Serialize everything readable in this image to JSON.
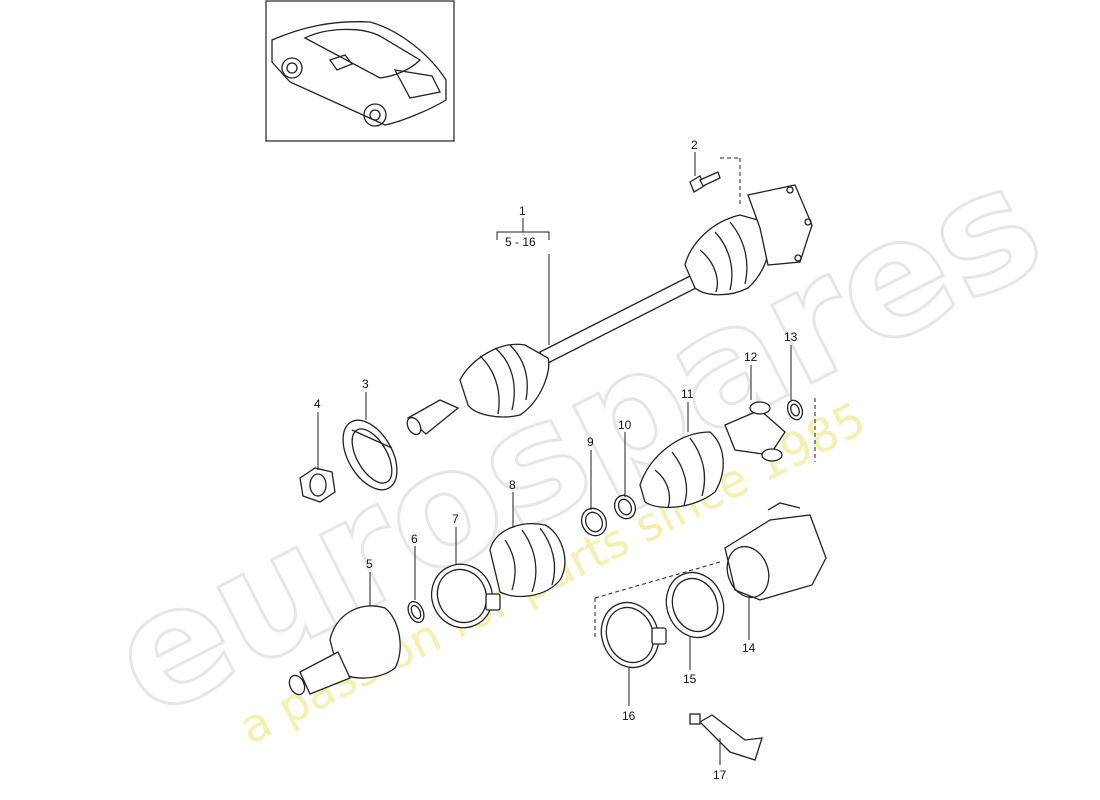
{
  "watermark": {
    "brand": "eurospares",
    "tagline": "a passion for parts since 1985"
  },
  "thumbnail": {
    "icon": "car-thumbnail-icon"
  },
  "callouts": [
    {
      "id": "1",
      "label": "1",
      "sub": "5 - 16"
    },
    {
      "id": "2",
      "label": "2"
    },
    {
      "id": "3",
      "label": "3"
    },
    {
      "id": "4",
      "label": "4"
    },
    {
      "id": "5",
      "label": "5"
    },
    {
      "id": "6",
      "label": "6"
    },
    {
      "id": "7",
      "label": "7"
    },
    {
      "id": "8",
      "label": "8"
    },
    {
      "id": "9",
      "label": "9"
    },
    {
      "id": "10",
      "label": "10"
    },
    {
      "id": "11",
      "label": "11"
    },
    {
      "id": "12",
      "label": "12"
    },
    {
      "id": "13",
      "label": "13"
    },
    {
      "id": "14",
      "label": "14"
    },
    {
      "id": "15",
      "label": "15"
    },
    {
      "id": "16",
      "label": "16"
    },
    {
      "id": "17",
      "label": "17"
    }
  ]
}
